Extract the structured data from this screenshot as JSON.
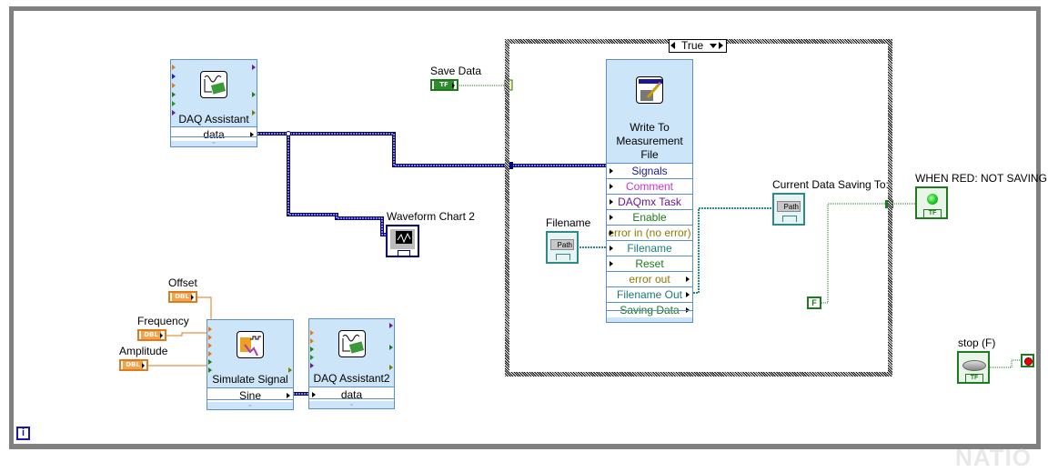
{
  "diagram": {
    "case_structure": {
      "selector_value": "True"
    },
    "nodes": {
      "daq_assistant": {
        "title": "DAQ Assistant",
        "output": "data"
      },
      "daq_assistant2": {
        "title": "DAQ Assistant2",
        "input": "data"
      },
      "simulate_signal": {
        "title": "Simulate Signal",
        "output": "Sine"
      },
      "write_measurement_file": {
        "title_lines": [
          "Write To",
          "Measurement",
          "File"
        ],
        "terminals": [
          {
            "label": "Signals",
            "color": "#1a1a8a"
          },
          {
            "label": "Comment",
            "color": "#cc33cc"
          },
          {
            "label": "DAQmx Task",
            "color": "#6a1a8a"
          },
          {
            "label": "Enable",
            "color": "#1a7a1a"
          },
          {
            "label": "error in (no error)",
            "color": "#8a7a00"
          },
          {
            "label": "Filename",
            "color": "#1a7a7a"
          },
          {
            "label": "Reset",
            "color": "#1a7a1a"
          },
          {
            "label": "error out",
            "color": "#8a7a00"
          },
          {
            "label": "Filename Out",
            "color": "#1a7a7a"
          },
          {
            "label": "Saving Data",
            "color": "#1a7a1a"
          }
        ]
      }
    },
    "controls": {
      "offset": {
        "label": "Offset",
        "type": "DBL"
      },
      "frequency": {
        "label": "Frequency",
        "type": "DBL"
      },
      "amplitude": {
        "label": "Amplitude",
        "type": "DBL"
      },
      "save_data": {
        "label": "Save Data",
        "type": "TF"
      },
      "filename": {
        "label": "Filename",
        "type": "Path"
      },
      "stop": {
        "label": "stop (F)",
        "type": "TF"
      }
    },
    "indicators": {
      "waveform_chart": {
        "label": "Waveform Chart 2"
      },
      "current_data_saving": {
        "label": "Current Data Saving To:",
        "type": "Path"
      },
      "when_red": {
        "label": "WHEN RED: NOT SAVING",
        "type": "TF",
        "led_color": "#22cc22"
      }
    },
    "constants": {
      "false_constant": "F",
      "dbl_tag": "DBL",
      "tf_tag": "TF"
    },
    "info_icon": "i",
    "watermark": "NATIO"
  },
  "colors": {
    "wire_dynamic": "#000080",
    "wire_dbl": "#e07a1e",
    "wire_bool": "#1f7a1f",
    "wire_path": "#2e8a8a",
    "node_fill": "#cde5f8",
    "frame": "#808080"
  }
}
